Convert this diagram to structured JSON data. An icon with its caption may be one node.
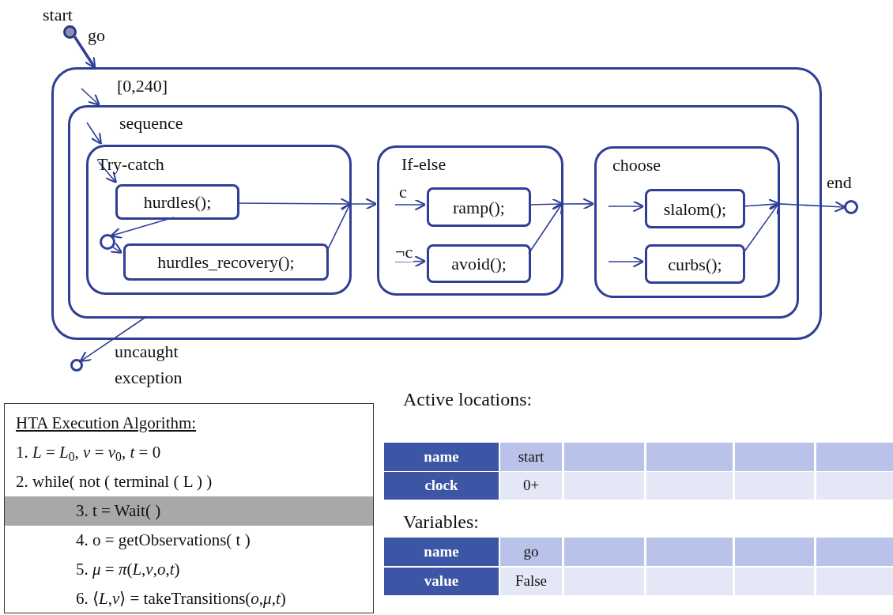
{
  "diagram": {
    "nodes": [
      {
        "text": [],
        "shape": "circle",
        "beside": [
          "start"
        ]
      },
      {
        "text": [
          "[0,240]"
        ]
      },
      {
        "text": [
          "sequence"
        ],
        "in": 1
      },
      {
        "text": [
          "Try-catch"
        ],
        "in": 2
      },
      {
        "text": [
          "hurdles();"
        ],
        "in": 3
      },
      {
        "text": [],
        "shape": "circle",
        "in": 3
      },
      {
        "text": [
          "hurdles_recovery();"
        ],
        "in": 3
      },
      {
        "text": [
          "If-else"
        ],
        "in": 2
      },
      {
        "text": [
          "ramp();"
        ],
        "in": 7
      },
      {
        "text": [
          "avoid();"
        ],
        "in": 7
      },
      {
        "text": [
          "choose"
        ],
        "in": 2
      },
      {
        "text": [
          "slalom();"
        ],
        "in": 10
      },
      {
        "text": [
          "curbs();"
        ],
        "in": 10
      },
      {
        "text": [],
        "shape": "circle",
        "beside": [
          "end"
        ]
      },
      {
        "text": [],
        "shape": "circle"
      },
      {
        "text": [
          "HTA Execution Algorithm:",
          "1. *L* = *L*$_{0}$, *ν* = *ν*$_{0}$, *t* = 0",
          "2. while( not ( terminal ( L ) )",
          "3. t = Wait( )",
          "4. o = getObservations( t )",
          "5. *μ* = *π*(*L*,*ν*,*o*,*t*)",
          "6. ⟨*L*,*ν*⟩ = takeTransitions(*o*,*μ*,*t*)"
        ]
      }
    ],
    "edges": [
      {
        "from": 0,
        "to": 1,
        "arrow": "to",
        "label": "go",
        "style": "thick"
      },
      {
        "from": null,
        "to": 2,
        "arrow": "to"
      },
      {
        "from": null,
        "to": 3,
        "arrow": "to"
      },
      {
        "from": null,
        "to": 4,
        "arrow": "to"
      },
      {
        "from": 4,
        "to": 5,
        "arrow": "to"
      },
      {
        "from": 5,
        "to": 6,
        "arrow": "to"
      },
      {
        "from": 4,
        "to": 3,
        "arrow": "to"
      },
      {
        "from": 6,
        "to": 3,
        "arrow": "to"
      },
      {
        "from": 3,
        "to": 7,
        "arrow": "to"
      },
      {
        "from": null,
        "to": 8,
        "arrow": "to",
        "label": "c"
      },
      {
        "from": null,
        "to": 9,
        "arrow": "to",
        "label": "¬c"
      },
      {
        "from": 8,
        "to": 7,
        "arrow": "to"
      },
      {
        "from": 9,
        "to": 7,
        "arrow": "to"
      },
      {
        "from": 7,
        "to": 10,
        "arrow": "to"
      },
      {
        "from": null,
        "to": 11,
        "arrow": "to"
      },
      {
        "from": null,
        "to": 12,
        "arrow": "to"
      },
      {
        "from": 11,
        "to": 10,
        "arrow": "to"
      },
      {
        "from": 12,
        "to": 10,
        "arrow": "to"
      },
      {
        "from": 10,
        "to": 13,
        "arrow": "to"
      },
      {
        "from": 2,
        "to": 14,
        "arrow": "to"
      }
    ],
    "labels": [
      "uncaught exception",
      "Active locations:",
      "name",
      "start",
      "clock",
      "0+",
      "Variables:",
      "name",
      "go",
      "value",
      "False"
    ]
  }
}
